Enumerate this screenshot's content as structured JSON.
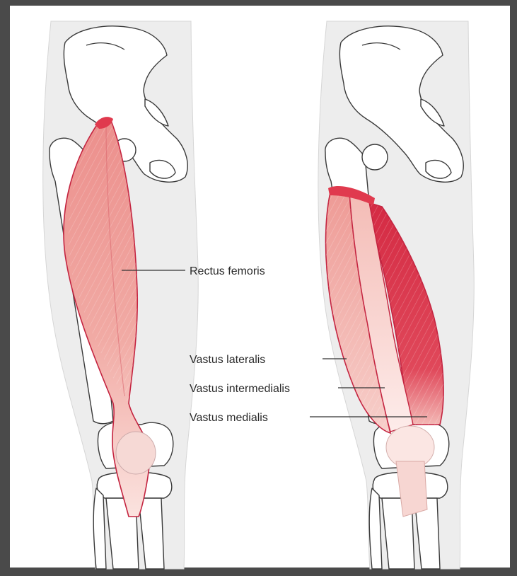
{
  "labels": {
    "rectus_femoris": "Rectus femoris",
    "vastus_lateralis": "Vastus lateralis",
    "vastus_intermedialis": "Vastus intermedialis",
    "vastus_medialis": "Vastus medialis"
  },
  "colors": {
    "frame": "#4a4a4a",
    "muscle_light": "#f2a9a3",
    "muscle_mid": "#ea8d88",
    "muscle_dark": "#d93448",
    "muscle_edge": "#c42440",
    "tendon": "#f7d6d2",
    "skin": "#ededed"
  }
}
